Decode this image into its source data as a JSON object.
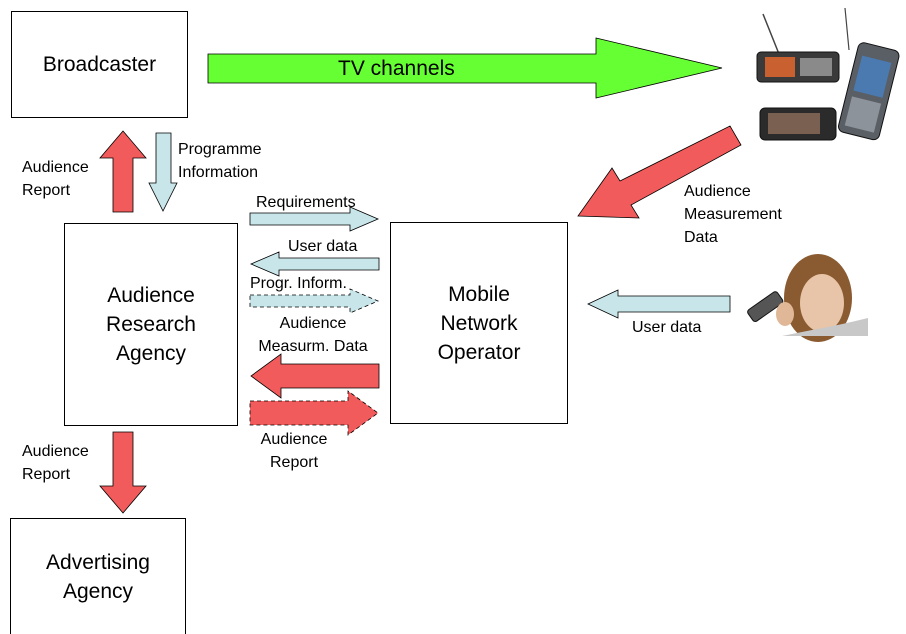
{
  "nodes": {
    "broadcaster": "Broadcaster",
    "research_agency": [
      "Audience",
      "Research",
      "Agency"
    ],
    "mobile_operator": [
      "Mobile",
      "Network",
      "Operator"
    ],
    "advertising_agency": [
      "Advertising",
      "Agency"
    ]
  },
  "flows": {
    "tv_channels": "TV channels",
    "programme_information": [
      "Programme",
      "Information"
    ],
    "audience_report_up": [
      "Audience",
      "Report"
    ],
    "audience_report_down": [
      "Audience",
      "Report"
    ],
    "audience_measurement_data": [
      "Audience",
      "Measurement",
      "Data"
    ],
    "requirements": "Requirements",
    "user_data_middle": "User data",
    "progr_inform": "Progr. Inform.",
    "audience_measurm_data": [
      "Audience",
      "Measurm. Data"
    ],
    "audience_report_middle": [
      "Audience",
      "Report"
    ],
    "user_data_right": "User data"
  },
  "colors": {
    "green_arrow": "#66ff33",
    "red_arrow": "#f25b5b",
    "light_blue_arrow": "#c8e6ea"
  }
}
